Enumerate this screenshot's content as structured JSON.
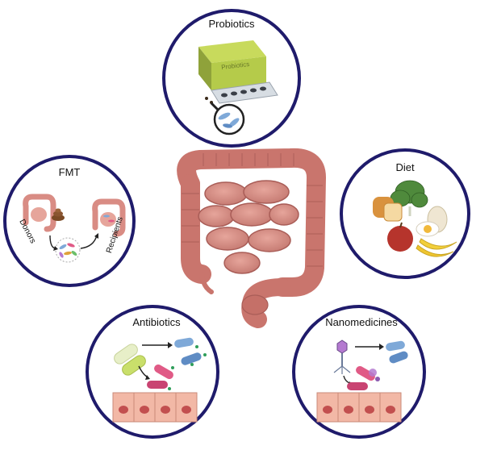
{
  "intestine": {
    "label": ""
  },
  "circles": {
    "probiotics": {
      "title": "Probiotics",
      "package_label": "Probiotics"
    },
    "diet": {
      "title": "Diet"
    },
    "fmt": {
      "title": "FMT",
      "donors_label": "Donors",
      "recipients_label": "Recipients"
    },
    "antibiotics": {
      "title": "Antibiotics"
    },
    "nanomedicines": {
      "title": "Nanomedicines"
    }
  },
  "colors": {
    "ring": "#1f1b6b",
    "intestine": "#d98c84",
    "intestine_dark": "#b86a63",
    "bacteria_blue": "#7fa9d8",
    "bacteria_pink": "#e05a86",
    "epithelium": "#f2b8a6"
  }
}
